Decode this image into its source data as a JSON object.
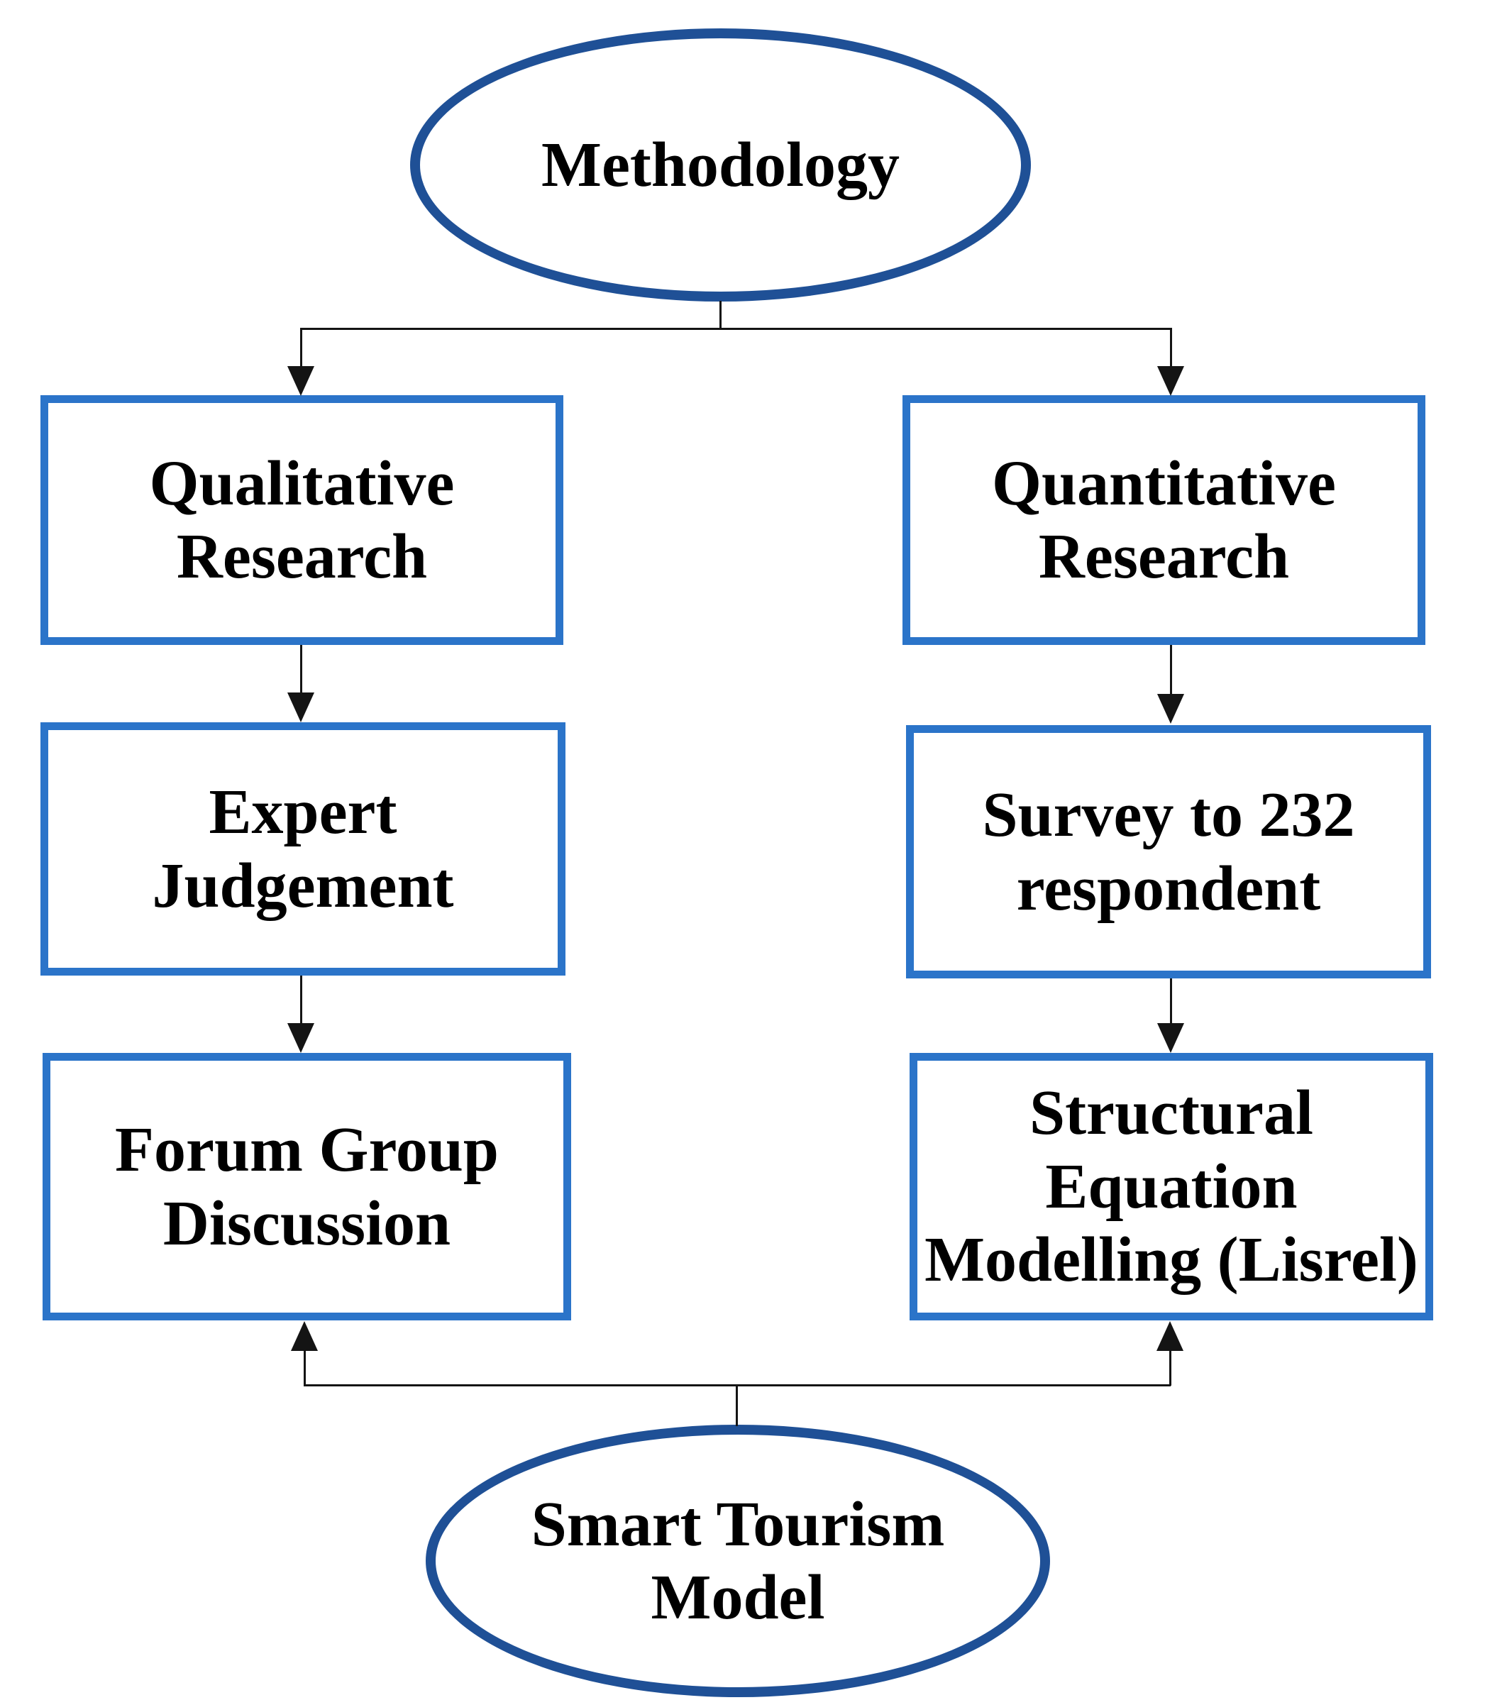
{
  "diagram": {
    "type": "flowchart",
    "nodes": {
      "methodology": {
        "shape": "ellipse",
        "lines": [
          "Methodology"
        ]
      },
      "qualitative": {
        "shape": "rect",
        "lines": [
          "Qualitative",
          "Research"
        ]
      },
      "quantitative": {
        "shape": "rect",
        "lines": [
          "Quantitative",
          "Research"
        ]
      },
      "expert": {
        "shape": "rect",
        "lines": [
          "Expert",
          "Judgement"
        ]
      },
      "survey": {
        "shape": "rect",
        "lines": [
          "Survey to 232",
          "respondent"
        ]
      },
      "forum": {
        "shape": "rect",
        "lines": [
          "Forum Group",
          "Discussion"
        ]
      },
      "sem": {
        "shape": "rect",
        "lines": [
          "Structural",
          "Equation",
          "Modelling (Lisrel)"
        ]
      },
      "smart": {
        "shape": "ellipse",
        "lines": [
          "Smart Tourism",
          "Model"
        ]
      }
    },
    "edges": [
      {
        "from": "methodology",
        "to": "qualitative"
      },
      {
        "from": "methodology",
        "to": "quantitative"
      },
      {
        "from": "qualitative",
        "to": "expert"
      },
      {
        "from": "quantitative",
        "to": "survey"
      },
      {
        "from": "expert",
        "to": "forum"
      },
      {
        "from": "survey",
        "to": "sem"
      },
      {
        "from": "smart",
        "to": "forum"
      },
      {
        "from": "smart",
        "to": "sem"
      }
    ],
    "colors": {
      "ellipse_border": "#1f5096",
      "box_border": "#2b74c9",
      "text": "#000000",
      "connector": "#141414",
      "background": "#ffffff"
    }
  }
}
